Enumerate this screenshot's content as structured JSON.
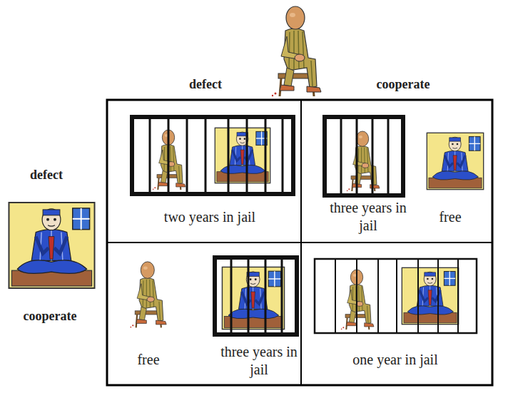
{
  "diagram": {
    "nodes": [
      {
        "text": [
          "two years in jail"
        ]
      },
      {
        "text": [
          "three years in jail",
          "free"
        ]
      },
      {
        "text": [
          "free",
          "three years in jail"
        ]
      },
      {
        "text": [
          "one year in jail"
        ]
      }
    ],
    "labels": [
      "defect",
      "cooperate",
      "defect",
      "cooperate"
    ]
  }
}
